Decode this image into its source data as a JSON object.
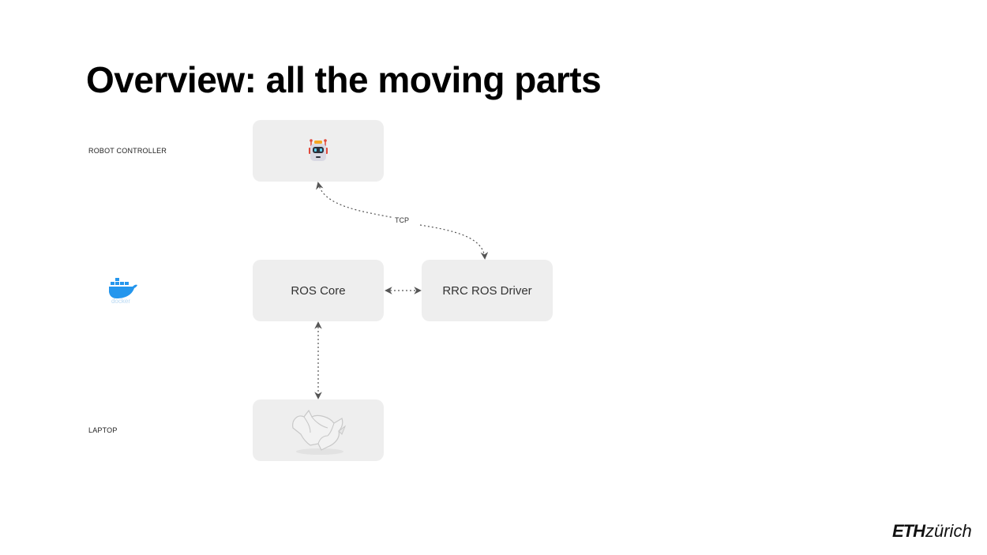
{
  "slide": {
    "title": "Overview: all the moving parts"
  },
  "rows": {
    "robot_controller": "ROBOT CONTROLLER",
    "laptop": "LAPTOP"
  },
  "nodes": {
    "robot_controller": {
      "icon": "robot-icon"
    },
    "ros_core": {
      "label": "ROS Core"
    },
    "rrc_ros_driver": {
      "label": "RRC ROS Driver"
    },
    "rhino": {
      "icon": "rhino-logo-icon"
    }
  },
  "edges": {
    "controller_driver": {
      "label": "TCP"
    }
  },
  "logos": {
    "docker": {
      "icon": "docker-logo-icon",
      "text": "docker"
    },
    "eth": {
      "bold": "ETH",
      "light": "zürich"
    }
  },
  "colors": {
    "node_fill": "#eeeeee",
    "docker_blue": "#2496ed",
    "robot_red": "#e0493c",
    "robot_orange": "#f5a623"
  }
}
